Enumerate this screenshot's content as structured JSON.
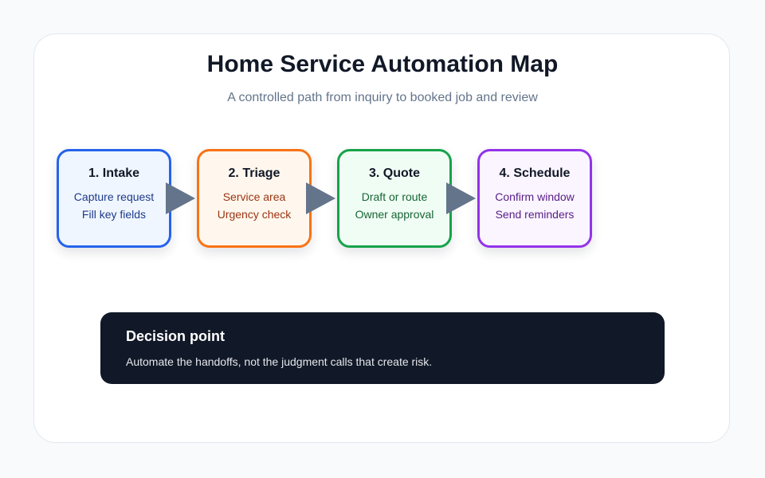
{
  "title": "Home Service Automation Map",
  "subtitle": "A controlled path from inquiry to booked job and review",
  "steps": [
    {
      "title": "1. Intake",
      "lines": [
        "Capture request",
        "Fill key fields"
      ],
      "color": "#2563eb"
    },
    {
      "title": "2. Triage",
      "lines": [
        "Service area",
        "Urgency check"
      ],
      "color": "#f97316"
    },
    {
      "title": "3. Quote",
      "lines": [
        "Draft or route",
        "Owner approval"
      ],
      "color": "#16a34a"
    },
    {
      "title": "4. Schedule",
      "lines": [
        "Confirm window",
        "Send reminders"
      ],
      "color": "#9333ea"
    }
  ],
  "arrow_color": "#64748b",
  "decision": {
    "title": "Decision point",
    "text": "Automate the handoffs, not the judgment calls that create risk."
  }
}
